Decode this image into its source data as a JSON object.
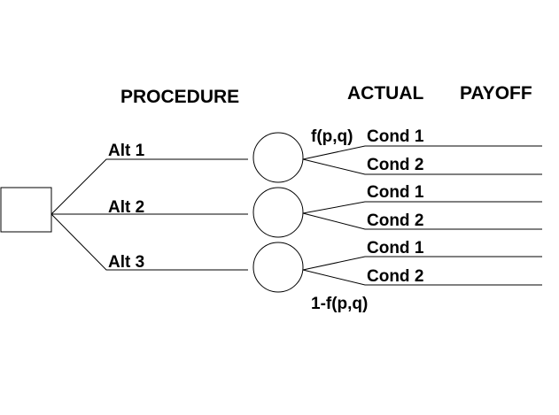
{
  "headers": {
    "procedure": "PROCEDURE",
    "actual": "ACTUAL",
    "payoff": "PAYOFF"
  },
  "alternatives": [
    {
      "label": "Alt 1"
    },
    {
      "label": "Alt 2"
    },
    {
      "label": "Alt 3"
    }
  ],
  "conditions": [
    {
      "label": "Cond 1"
    },
    {
      "label": "Cond 2"
    },
    {
      "label": "Cond 1"
    },
    {
      "label": "Cond 2"
    },
    {
      "label": "Cond 1"
    },
    {
      "label": "Cond 2"
    }
  ],
  "probabilities": {
    "top": "f(p,q)",
    "bottom": "1-f(p,q)"
  }
}
